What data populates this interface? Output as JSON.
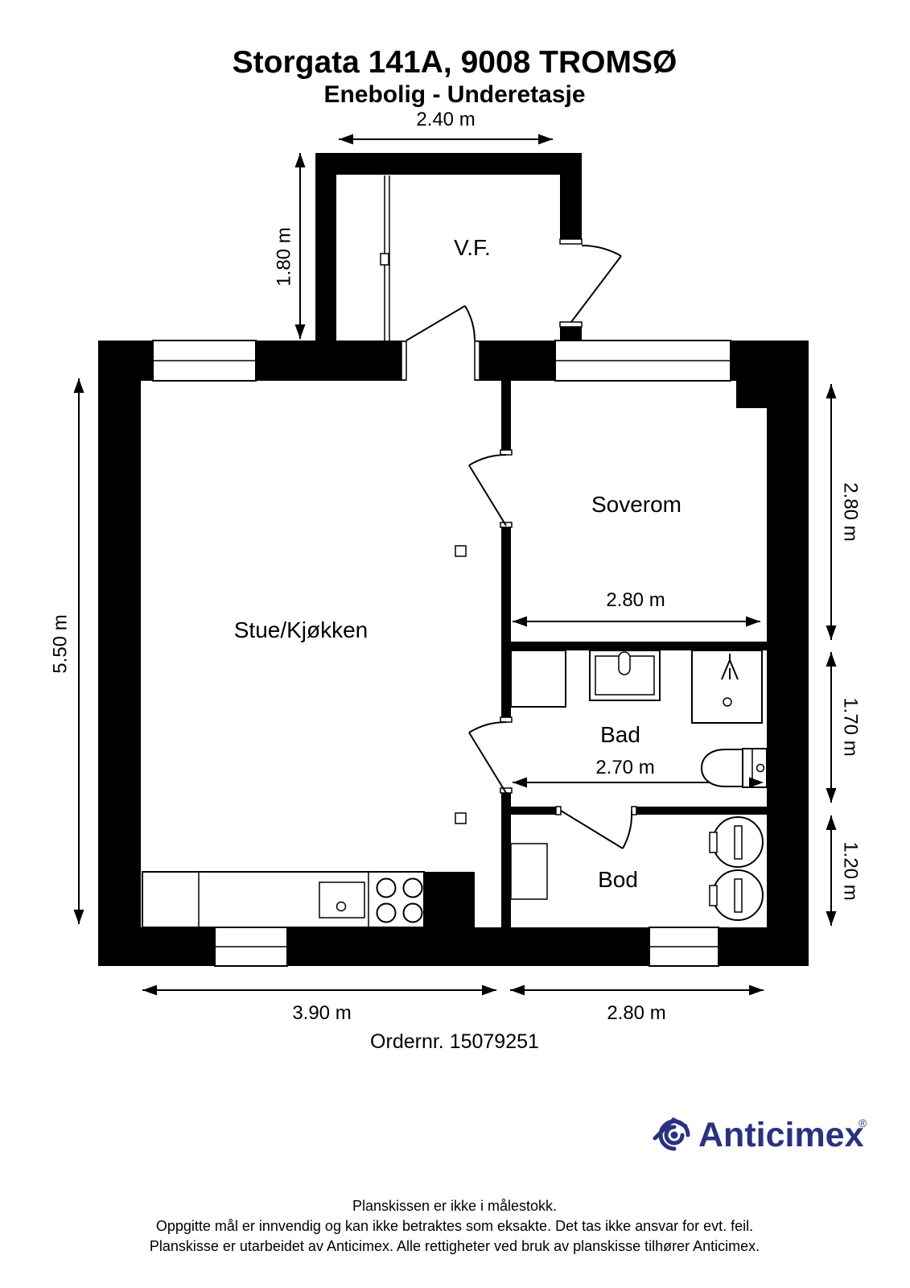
{
  "header": {
    "title": "Storgata 141A, 9008 TROMSØ",
    "subtitle": "Enebolig - Underetasje"
  },
  "rooms": {
    "vf": "V.F.",
    "stue": "Stue/Kjøkken",
    "soverom": "Soverom",
    "bad": "Bad",
    "bod": "Bod"
  },
  "dims": {
    "vf_width": "2.40 m",
    "vf_height": "1.80 m",
    "house_height": "5.50 m",
    "soverom_height": "2.80 m",
    "soverom_width": "2.80 m",
    "bad_height": "1.70 m",
    "bad_width": "2.70 m",
    "bod_height": "1.20 m",
    "stue_width": "3.90 m",
    "bottom_right_width": "2.80 m"
  },
  "order_number": "Ordernr. 15079251",
  "brand": {
    "name": "Anticimex",
    "registered": "®",
    "color": "#283280"
  },
  "footer": {
    "line1": "Planskissen er ikke i målestokk.",
    "line2": "Oppgitte mål er innvendig og kan ikke betraktes som eksakte. Det tas ikke ansvar for evt. feil.",
    "line3": "Planskisse er utarbeidet av Anticimex. Alle rettigheter ved bruk av planskisse tilhører Anticimex."
  }
}
